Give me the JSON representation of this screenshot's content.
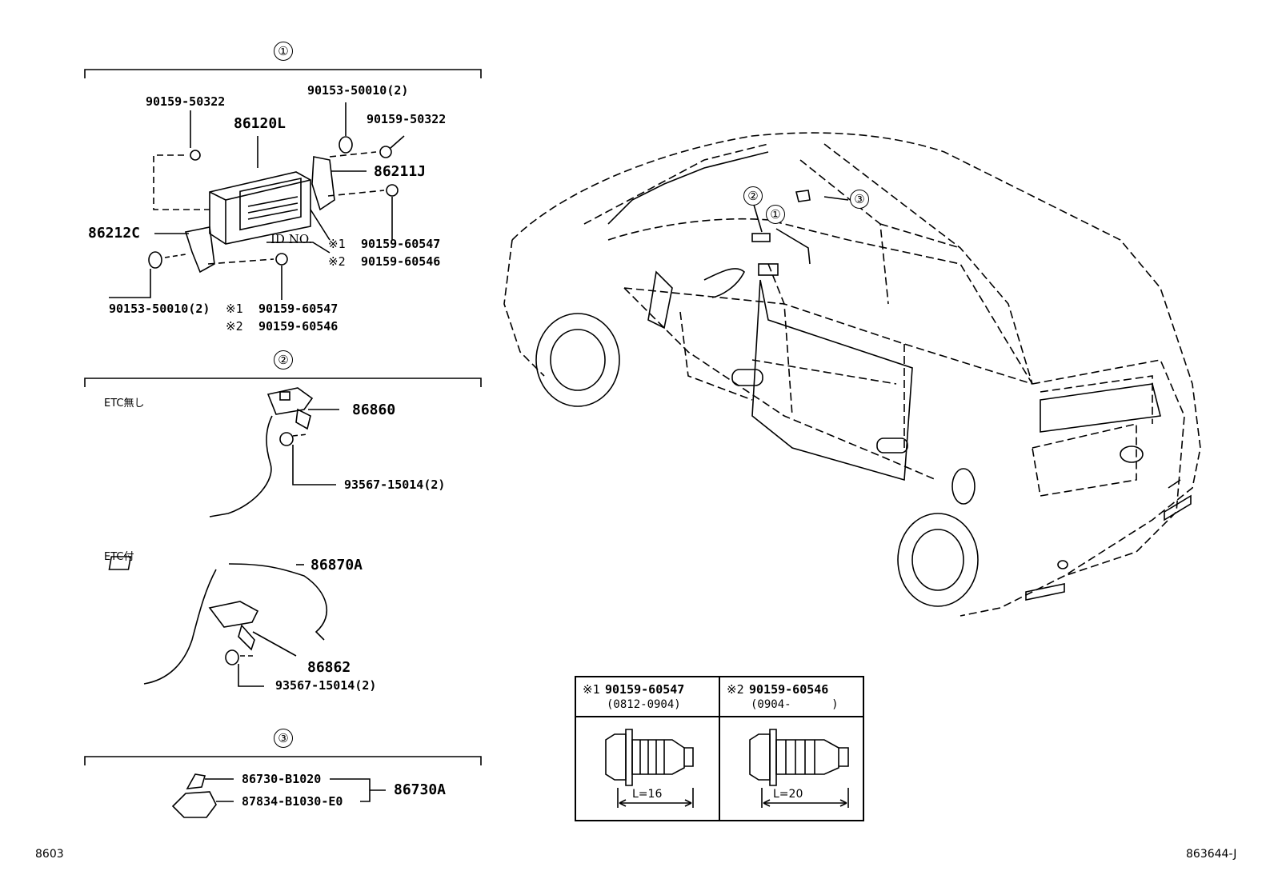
{
  "groups": {
    "g1": "①",
    "g2": "②",
    "g3": "③"
  },
  "group1": {
    "bolt_top_left": "90159-50322",
    "nav_unit": "86120L",
    "screw_top": "90153-50010(2)",
    "bolt_top_right": "90159-50322",
    "bracket_right": "86211J",
    "bracket_left": "86212C",
    "id_no": "ID NO.",
    "mark1": "※1",
    "mark2": "※2",
    "bolt_r1": "90159-60547",
    "bolt_r2": "90159-60546",
    "screw_bottom": "90153-50010(2)",
    "bolt_b1": "90159-60547",
    "bolt_b2": "90159-60546"
  },
  "group2": {
    "etc_without": "ETC無し",
    "antenna": "86860",
    "clip1": "93567-15014(2)",
    "etc_with": "ETC付",
    "antenna_assy": "86870A",
    "bracket": "86862",
    "clip2": "93567-15014(2)"
  },
  "group3": {
    "part_a": "86730-B1020",
    "part_b": "87834-B1030-E0",
    "assy": "86730A"
  },
  "car_callouts": {
    "c1": "①",
    "c2": "②",
    "c3": "③"
  },
  "bolt_table": {
    "col1": {
      "mark": "※1",
      "part": "90159-60547",
      "dates": "(0812-0904)",
      "length": "L=16"
    },
    "col2": {
      "mark": "※2",
      "part": "90159-60546",
      "dates": "(0904-      )",
      "length": "L=20"
    }
  },
  "footer": {
    "left_code": "8603",
    "right_code": "863644-J"
  }
}
